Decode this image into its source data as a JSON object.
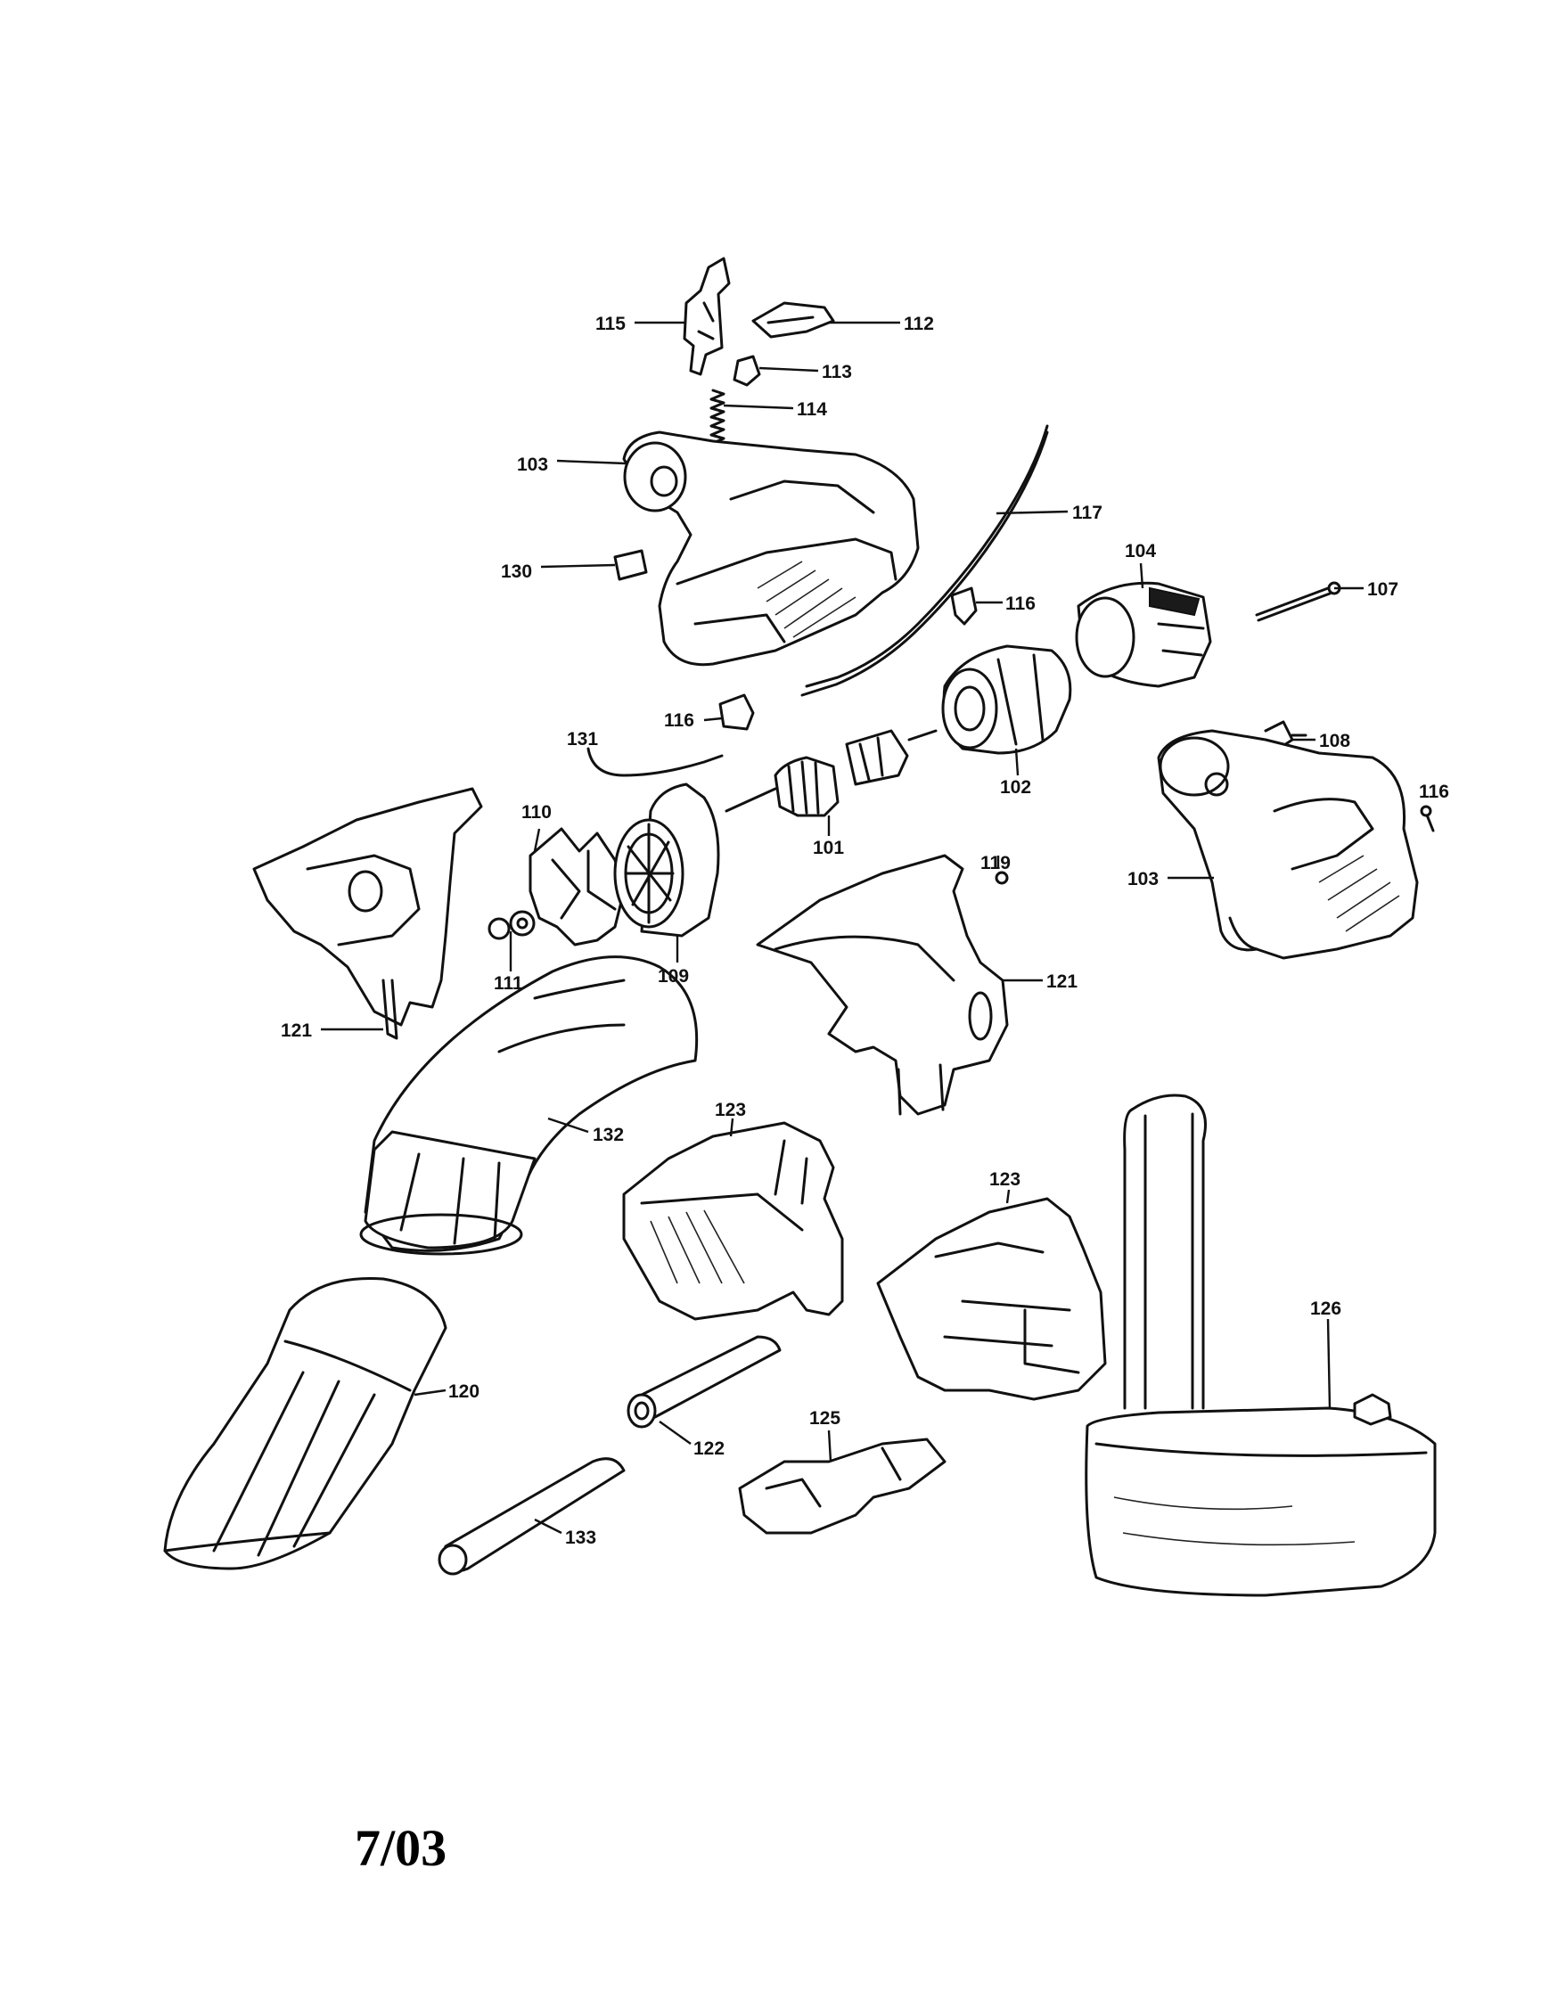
{
  "callouts": {
    "p101": "101",
    "p102": "102",
    "p103_top": "103",
    "p103_right": "103",
    "p104": "104",
    "p107": "107",
    "p108": "108",
    "p109": "109",
    "p110": "110",
    "p111": "111",
    "p112": "112",
    "p113": "113",
    "p114": "114",
    "p115": "115",
    "p116_a": "116",
    "p116_b": "116",
    "p116_c": "116",
    "p117": "117",
    "p119": "119",
    "p120": "120",
    "p121_left": "121",
    "p121_mid": "121",
    "p122": "122",
    "p123_a": "123",
    "p123_b": "123",
    "p125": "125",
    "p126": "126",
    "p130": "130",
    "p131": "131",
    "p132": "132",
    "p133": "133"
  },
  "date_stamp": "7/03"
}
